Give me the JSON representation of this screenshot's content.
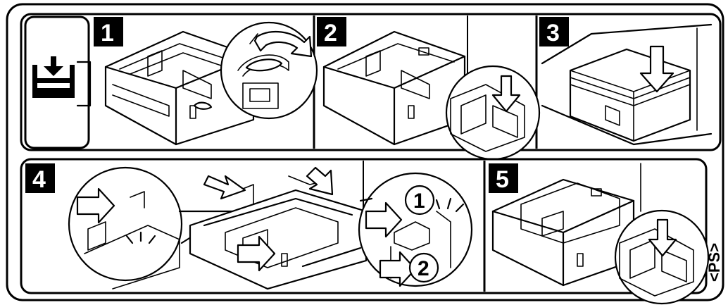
{
  "figure": {
    "icon": "paper-tray-load-icon",
    "side_text": "<PS>",
    "steps": [
      {
        "label": "1"
      },
      {
        "label": "2"
      },
      {
        "label": "3"
      },
      {
        "label": "4",
        "callouts": [
          "1",
          "2"
        ]
      },
      {
        "label": "5"
      }
    ],
    "colors": {
      "ink": "#000000",
      "paper": "#ffffff"
    }
  }
}
